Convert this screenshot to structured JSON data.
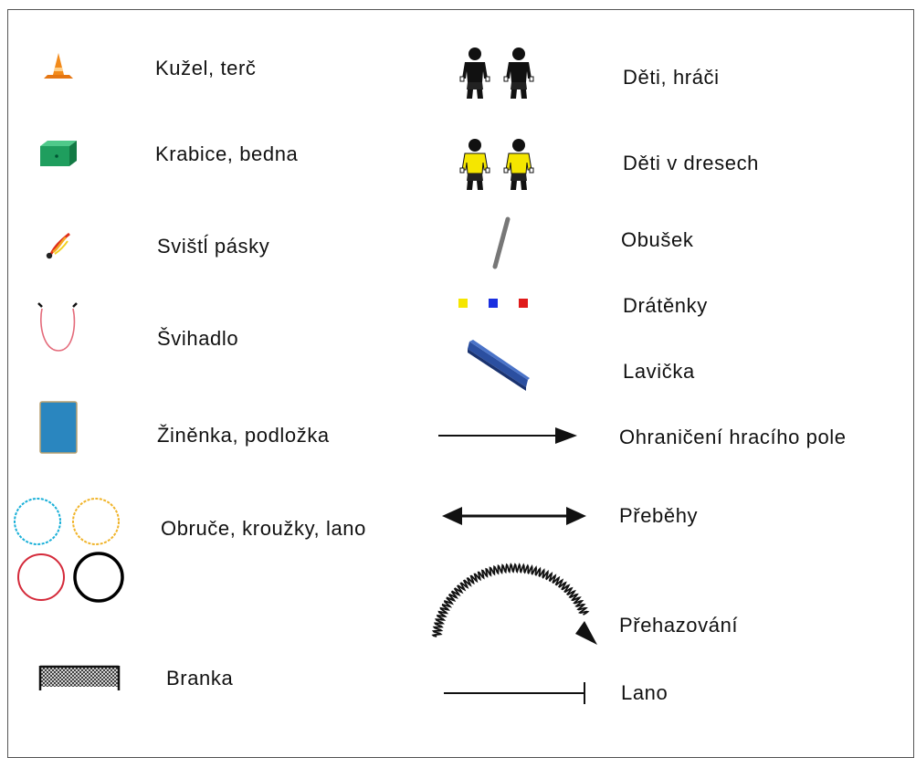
{
  "legend": {
    "left": [
      {
        "icon": "cone-icon",
        "label": "Kužel, terč"
      },
      {
        "icon": "box-icon",
        "label": "Krabice, bedna"
      },
      {
        "icon": "ribbon-streamer-icon",
        "label": "Svištĺ pásky"
      },
      {
        "icon": "jump-rope-icon",
        "label": "Švihadlo"
      },
      {
        "icon": "mat-icon",
        "label": "Žiněnka, podložka"
      },
      {
        "icon": "hoops-icon",
        "label": "Obruče, kroužky, lano"
      },
      {
        "icon": "goal-icon",
        "label": "Branka"
      }
    ],
    "right": [
      {
        "icon": "players-black-icon",
        "label": "Děti, hráči"
      },
      {
        "icon": "players-jersey-icon",
        "label": "Děti v dresech"
      },
      {
        "icon": "baton-icon",
        "label": "Obušek"
      },
      {
        "icon": "markers-icon",
        "label": "Drátěnky"
      },
      {
        "icon": "bench-icon",
        "label": "Lavička"
      },
      {
        "icon": "arrow-right-icon",
        "label": "Ohraničení hracího pole"
      },
      {
        "icon": "double-arrow-icon",
        "label": "Přeběhy"
      },
      {
        "icon": "wavy-arc-arrow-icon",
        "label": "Přehazování"
      },
      {
        "icon": "rope-line-icon",
        "label": "Lano"
      }
    ]
  },
  "colors": {
    "cone": "#f28a1a",
    "box": "#1f9e5e",
    "mat": "#2a86bf",
    "hoop_cyan": "#1ab0d8",
    "hoop_yellow": "#f0b42a",
    "hoop_red": "#d42a3a",
    "hoop_black": "#000000",
    "jersey": "#f5e600",
    "marker_yellow": "#f5e600",
    "marker_blue": "#1a2fe0",
    "marker_red": "#e01a1a",
    "bench": "#2b4fa0",
    "baton": "#777777",
    "rope": "#e46a7a"
  }
}
